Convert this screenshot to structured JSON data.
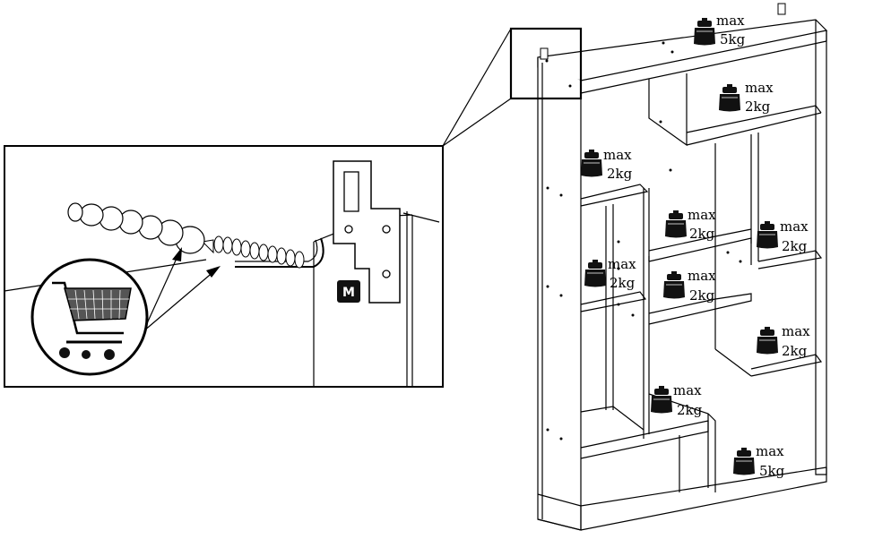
{
  "detail": {
    "part_label": "M",
    "icon": "shopping-cart-icon"
  },
  "weights": [
    {
      "id": "top",
      "line1": "max",
      "line2": "5kg"
    },
    {
      "id": "upper-right",
      "line1": "max",
      "line2": "2kg"
    },
    {
      "id": "left-upper",
      "line1": "max",
      "line2": "2kg"
    },
    {
      "id": "center-upper",
      "line1": "max",
      "line2": "2kg"
    },
    {
      "id": "right-upper",
      "line1": "max",
      "line2": "2kg"
    },
    {
      "id": "left-middle",
      "line1": "max",
      "line2": "2kg"
    },
    {
      "id": "center-middle",
      "line1": "max",
      "line2": "2kg"
    },
    {
      "id": "right-lower",
      "line1": "max",
      "line2": "2kg"
    },
    {
      "id": "center-lower",
      "line1": "max",
      "line2": "2kg"
    },
    {
      "id": "bottom-right",
      "line1": "max",
      "line2": "5kg"
    }
  ]
}
